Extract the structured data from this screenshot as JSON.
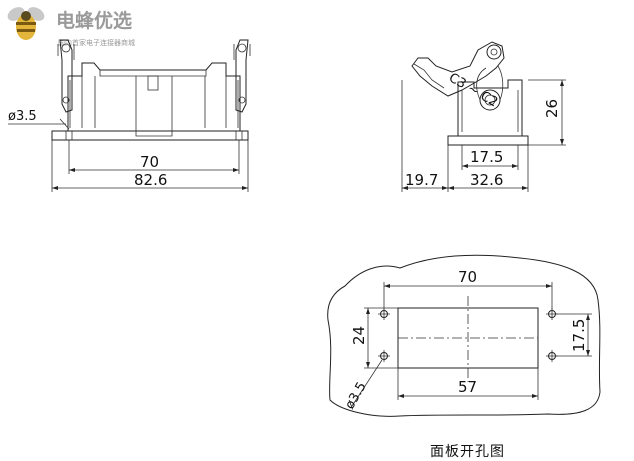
{
  "watermark": {
    "brand": "电蜂优选",
    "tagline": "国内首家电子连接器商城"
  },
  "front_view": {
    "hole_dia": "ø3.5",
    "dim_inner": "70",
    "dim_outer": "82.6"
  },
  "side_view": {
    "dim_height": "26",
    "dim_top": "17.5",
    "dim_left": "19.7",
    "dim_right": "32.6"
  },
  "cutout": {
    "dim_hole_spacing": "70",
    "dim_height": "24",
    "dim_hole_vertical": "17.5",
    "dim_width": "57",
    "hole_dia": "ø3.5",
    "caption": "面板开孔图"
  }
}
